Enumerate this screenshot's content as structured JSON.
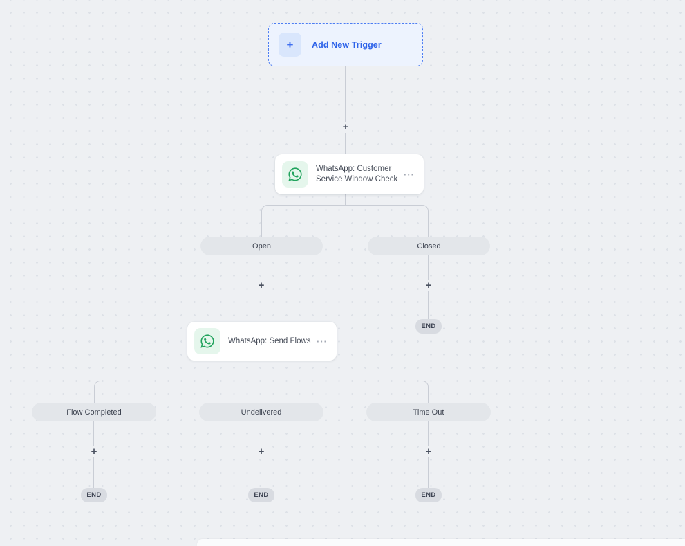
{
  "ui": {
    "plus": "+",
    "end": "END",
    "menu": "···"
  },
  "trigger": {
    "label": "Add New Trigger"
  },
  "nodes": {
    "service_window": {
      "line1": "WhatsApp: Customer",
      "line2": "Service Window Check"
    },
    "send_flows": {
      "title": "WhatsApp: Send Flows"
    }
  },
  "branches": {
    "open": "Open",
    "closed": "Closed",
    "flow_completed": "Flow Completed",
    "undelivered": "Undelivered",
    "time_out": "Time Out"
  },
  "colors": {
    "canvas_bg": "#eef0f3",
    "dot_grid": "#dde1e7",
    "connector": "#c9cdd5",
    "accent_blue": "#2e63e9",
    "trigger_bg": "#edf3fe",
    "whatsapp_green": "#21a35d",
    "whatsapp_tile": "#e5f6ec",
    "pill_bg": "#e3e6ea",
    "end_bg": "#d8dbe1",
    "node_bg": "#ffffff"
  }
}
